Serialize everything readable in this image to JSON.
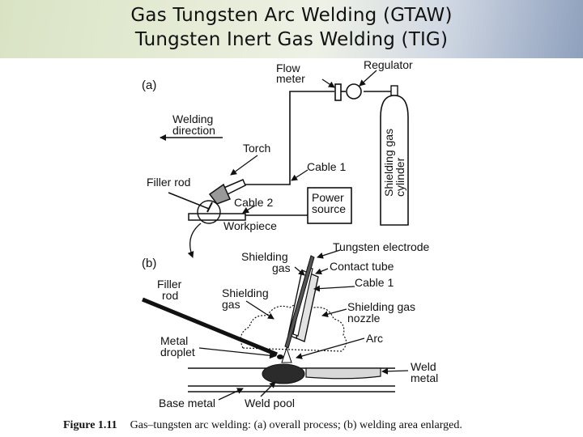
{
  "title": {
    "line1": "Gas Tungsten Arc Welding (GTAW)",
    "line2": "Tungsten Inert Gas Welding (TIG)"
  },
  "panel_a": {
    "label": "(a)",
    "flow_meter_line1": "Flow",
    "flow_meter_line2": "meter",
    "regulator": "Regulator",
    "welding_direction_line1": "Welding",
    "welding_direction_line2": "direction",
    "torch": "Torch",
    "cable_1": "Cable 1",
    "filler_rod": "Filler rod",
    "cable_2": "Cable 2",
    "power_source_line1": "Power",
    "power_source_line2": "source",
    "workpiece": "Workpiece",
    "shielding_gas_cylinder_line1": "Shielding gas",
    "shielding_gas_cylinder_line2": "cylinder"
  },
  "panel_b": {
    "label": "(b)",
    "tungsten_electrode": "Tungsten electrode",
    "shielding_gas_top_line1": "Shielding",
    "shielding_gas_top_line2": "gas",
    "contact_tube": "Contact tube",
    "filler_rod_line1": "Filler",
    "filler_rod_line2": "rod",
    "cable_1": "Cable 1",
    "shielding_gas_left_line1": "Shielding",
    "shielding_gas_left_line2": "gas",
    "shielding_gas_nozzle_line1": "Shielding gas",
    "shielding_gas_nozzle_line2": "nozzle",
    "metal_droplet_line1": "Metal",
    "metal_droplet_line2": "droplet",
    "arc": "Arc",
    "weld_metal_line1": "Weld",
    "weld_metal_line2": "metal",
    "base_metal": "Base metal",
    "weld_pool": "Weld pool"
  },
  "caption": {
    "figure": "Figure 1.11",
    "text": "Gas–tungsten arc welding: (a) overall process; (b) welding area enlarged."
  }
}
